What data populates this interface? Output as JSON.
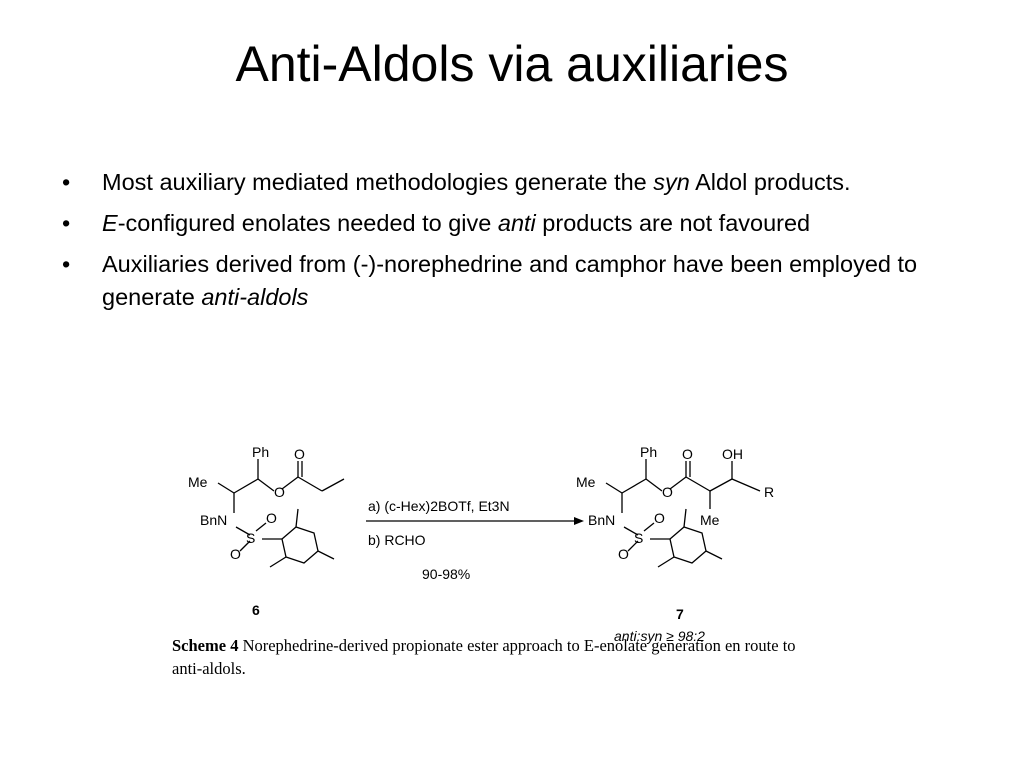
{
  "slide": {
    "title": "Anti-Aldols via auxiliaries",
    "bullets": [
      {
        "pre": "Most auxiliary mediated methodologies generate the ",
        "em": "syn",
        "post": " Aldol products."
      },
      {
        "pre": "",
        "em": "E",
        "post": "-configured enolates needed to give ",
        "em2": "anti",
        "post2": " products are not favoured"
      },
      {
        "pre": "Auxiliaries derived from (-)-norephedrine and camphor have been employed to generate ",
        "em": "anti-aldols",
        "post": ""
      }
    ],
    "bullet_char": "•"
  },
  "scheme": {
    "reactant_label": "6",
    "product_label": "7",
    "ratio_text": "anti:syn ≥ 98:2",
    "cond_a": "a) (c-Hex)2BOTf, Et3N",
    "cond_b": "b) RCHO",
    "yield": "90-98%",
    "atoms": {
      "ph": "Ph",
      "me": "Me",
      "o": "O",
      "bnn": "BnN",
      "s": "S",
      "oh": "OH",
      "r": "R"
    },
    "caption_bold": "Scheme 4",
    "caption_text": "Norephedrine-derived propionate ester approach to E-enolate generation en route to anti-aldols."
  }
}
